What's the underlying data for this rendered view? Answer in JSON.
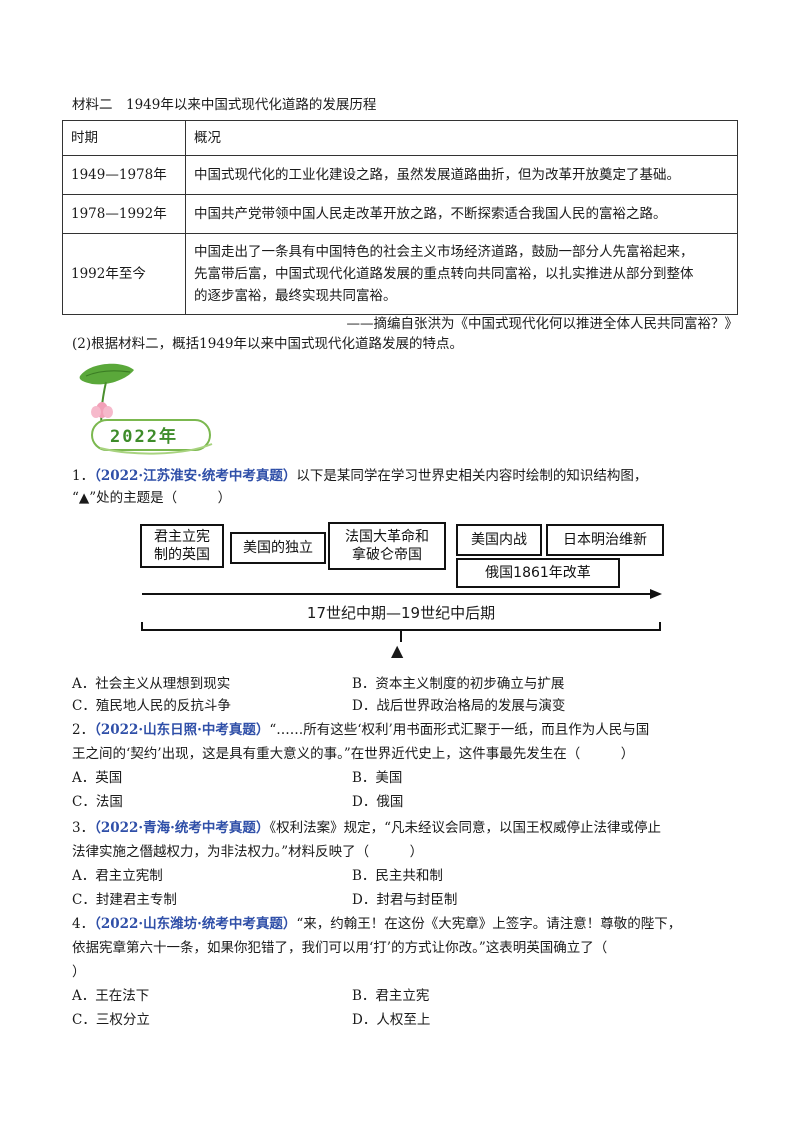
{
  "material": {
    "title": "材料二　1949年以来中国式现代化道路的发展历程",
    "table": {
      "headers": [
        "时期",
        "概况"
      ],
      "rows": [
        {
          "period": "1949—1978年",
          "desc": [
            "中国式现代化的工业化建设之路，虽然发展道路曲折，但为改革开放奠定了基础。"
          ]
        },
        {
          "period": "1978—1992年",
          "desc": [
            "中国共产党带领中国人民走改革开放之路，不断探索适合我国人民的富裕之路。"
          ]
        },
        {
          "period": "1992年至今",
          "desc": [
            "中国走出了一条具有中国特色的社会主义市场经济道路，鼓励一部分人先富裕起来，",
            "先富带后富，中国式现代化道路发展的重点转向共同富裕，以扎实推进从部分到整体",
            "的逐步富裕，最终实现共同富裕。"
          ]
        }
      ]
    },
    "source": "——摘编自张洪为《中国式现代化何以推进全体人民共同富裕？》",
    "question": "(2)根据材料二，概括1949年以来中国式现代化道路发展的特点。"
  },
  "badge": {
    "year": "2022年"
  },
  "q1": {
    "num": "1．",
    "src": "（2022·江苏淮安·统考中考真题）",
    "text1": "以下是某同学在学习世界史相关内容时绘制的知识结构图，",
    "text2": "“▲”处的主题是（　　　）",
    "diagram": {
      "boxes": [
        "君主立宪\n制的英国",
        "美国的独立",
        "法国大革命和\n拿破仑帝国",
        "美国内战",
        "日本明治维新",
        "俄国1861年改革"
      ],
      "timeline": "17世纪中期—19世纪中后期",
      "marker": "▲"
    },
    "options": [
      "A．社会主义从理想到现实",
      "B．资本主义制度的初步确立与扩展",
      "C．殖民地人民的反抗斗争",
      "D．战后世界政治格局的发展与演变"
    ]
  },
  "q2": {
    "num": "2．",
    "src": "（2022·山东日照·中考真题）",
    "text1": "“……所有这些‘权利’用书面形式汇聚于一纸，而且作为人民与国",
    "text2": "王之间的‘契约’出现，这是具有重大意义的事。”在世界近代史上，这件事最先发生在（　　　）",
    "options": [
      "A．英国",
      "B．美国",
      "C．法国",
      "D．俄国"
    ]
  },
  "q3": {
    "num": "3．",
    "src": "（2022·青海·统考中考真题）",
    "text1": "《权利法案》规定，“凡未经议会同意，以国王权威停止法律或停止",
    "text2": "法律实施之僭越权力，为非法权力。”材料反映了（　　　）",
    "options": [
      "A．君主立宪制",
      "B．民主共和制",
      "C．封建君主专制",
      "D．封君与封臣制"
    ]
  },
  "q4": {
    "num": "4．",
    "src": "（2022·山东潍坊·统考中考真题）",
    "text1": "“来，约翰王！在这份《大宪章》上签字。请注意！尊敬的陛下，",
    "text2": "依据宪章第六十一条，如果你犯错了，我们可以用‘打’的方式让你改。”这表明英国确立了（",
    "text3": "）",
    "options": [
      "A．王在法下",
      "B．君主立宪",
      "C．三权分立",
      "D．人权至上"
    ]
  }
}
